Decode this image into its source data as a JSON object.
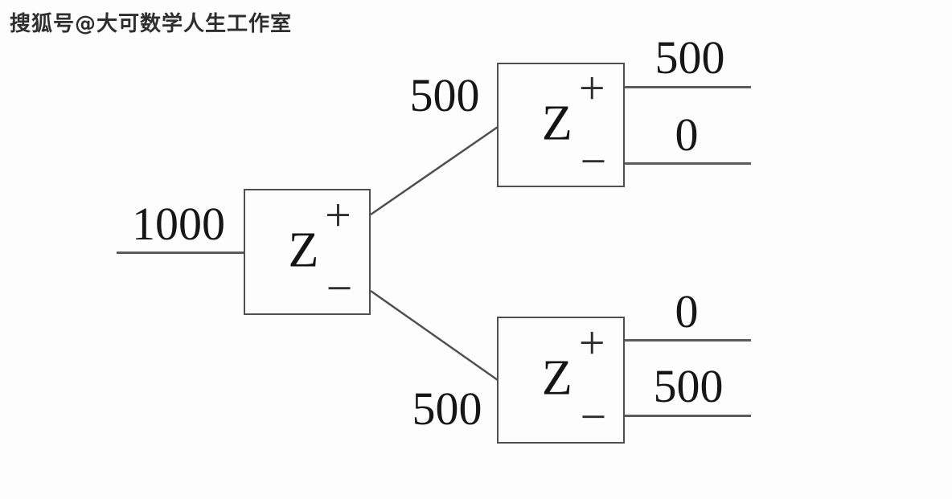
{
  "watermark": {
    "text": "搜狐号@大可数学人生工作室"
  },
  "nodes": {
    "root": {
      "label": "Z",
      "plus": "+",
      "minus": "−"
    },
    "top": {
      "label": "Z",
      "plus": "+",
      "minus": "−"
    },
    "bottom": {
      "label": "Z",
      "plus": "+",
      "minus": "−"
    }
  },
  "values": {
    "input": "1000",
    "branch_up": "500",
    "branch_down": "500",
    "top_plus_out": "500",
    "top_minus_out": "0",
    "bottom_plus_out": "0",
    "bottom_minus_out": "500"
  },
  "colors": {
    "line": "#4f4f4f",
    "text": "#161616",
    "background": "#fdfdfd"
  }
}
